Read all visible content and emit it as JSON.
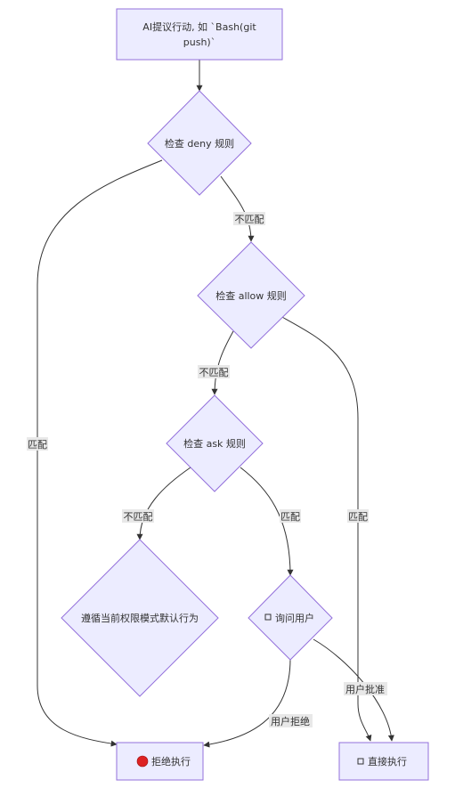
{
  "nodes": {
    "start": {
      "lines": [
        "AI提议行动, 如 `Bash(git",
        "push)`"
      ]
    },
    "deny_check": {
      "label": "检查 deny 规则"
    },
    "allow_check": {
      "label": "检查 allow 规则"
    },
    "ask_check": {
      "label": "检查 ask 规则"
    },
    "default_mode": {
      "label": "遵循当前权限模式默认行为"
    },
    "ask_user": {
      "label": "询问用户"
    },
    "reject": {
      "label": "拒绝执行"
    },
    "execute": {
      "label": "直接执行"
    }
  },
  "edge_labels": {
    "deny_nomatch": "不匹配",
    "deny_match": "匹配",
    "allow_nomatch": "不匹配",
    "allow_match": "匹配",
    "ask_nomatch": "不匹配",
    "ask_match": "匹配",
    "user_approve": "用户批准",
    "user_reject": "用户拒绝"
  },
  "icons": {
    "reject": "red-circle-icon",
    "execute": "checkbox-icon",
    "ask_user": "checkbox-icon"
  },
  "colors": {
    "node_fill": "#ececff",
    "node_stroke": "#9370db",
    "edge": "#333333",
    "label_bg": "#e8e8e8",
    "reject_icon": "#dd2222"
  }
}
